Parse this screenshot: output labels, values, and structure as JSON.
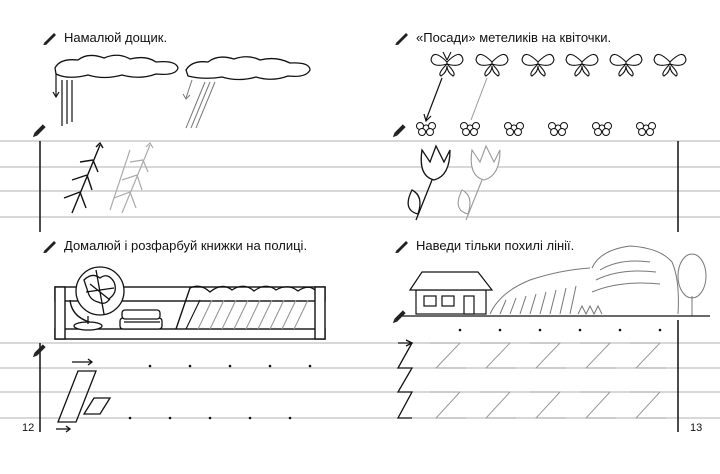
{
  "left_page": {
    "page_number": "12",
    "task1": {
      "instruction": "Намалюй дощик."
    },
    "task2": {
      "instruction": "Домалюй і розфарбуй книжки на полиці."
    }
  },
  "right_page": {
    "page_number": "13",
    "task3": {
      "instruction": "«Посади» метеликів на квіточки."
    },
    "task4": {
      "instruction": "Наведи тільки похилі лінії."
    }
  },
  "icons": {
    "task_marker": "pencil-icon",
    "row_marker": "small-pencil-icon"
  },
  "colors": {
    "ink": "#111111",
    "guide_line": "#999999",
    "trace": "#9a9a9a"
  }
}
